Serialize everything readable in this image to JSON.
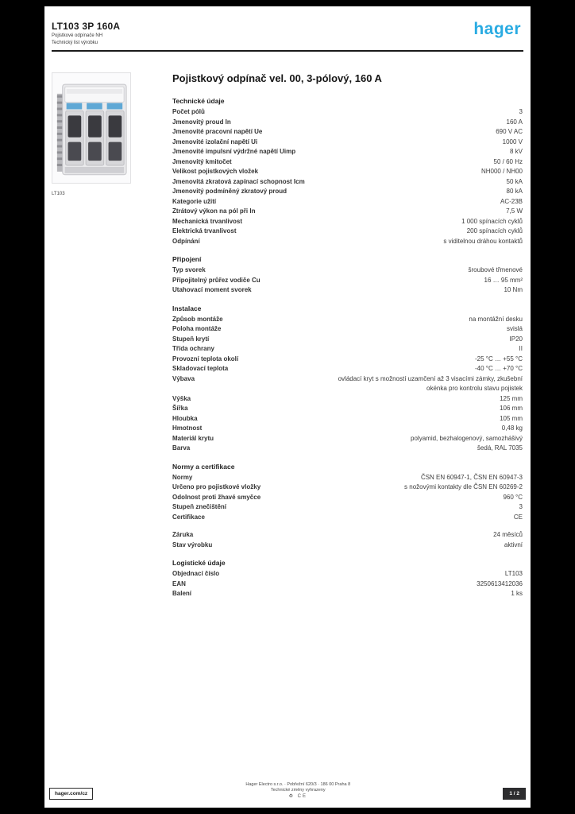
{
  "brand": {
    "logo": "hager",
    "logo_color": "#29abe2"
  },
  "header": {
    "title": "LT103 3P 160A",
    "line2": "Pojistkové odpínače NH",
    "line3": "Technický list výrobku"
  },
  "product": {
    "caption": "LT103"
  },
  "content": {
    "title": "Pojistkový odpínač vel. 00, 3-pólový, 160 A"
  },
  "sections": [
    {
      "heading": "Technické údaje",
      "rows": [
        {
          "label": "Počet pólů",
          "value": "3"
        },
        {
          "label": "Jmenovitý proud In",
          "value": "160 A"
        },
        {
          "label": "Jmenovité pracovní napětí Ue",
          "value": "690 V AC"
        },
        {
          "label": "Jmenovité izolační napětí Ui",
          "value": "1000 V"
        },
        {
          "label": "Jmenovité impulsní výdržné napětí Uimp",
          "value": "8 kV"
        },
        {
          "label": "Jmenovitý kmitočet",
          "value": "50 / 60 Hz"
        },
        {
          "label": "Velikost pojistkových vložek",
          "value": "NH000 / NH00"
        },
        {
          "label": "Jmenovitá zkratová zapínací schopnost Icm",
          "value": "50 kA"
        },
        {
          "label": "Jmenovitý podmíněný zkratový proud",
          "value": "80 kA"
        },
        {
          "label": "Kategorie užití",
          "value": "AC-23B"
        },
        {
          "label": "Ztrátový výkon na pól při In",
          "value": "7,5 W"
        },
        {
          "label": "Mechanická trvanlivost",
          "value": "1 000 spínacích cyklů"
        },
        {
          "label": "Elektrická trvanlivost",
          "value": "200 spínacích cyklů"
        },
        {
          "label": "Odpínání",
          "value": "s viditelnou dráhou kontaktů"
        }
      ]
    },
    {
      "heading": "Připojení",
      "rows": [
        {
          "label": "Typ svorek",
          "value": "šroubové třmenové"
        },
        {
          "label": "Připojitelný průřez vodiče Cu",
          "value": "16 … 95 mm²"
        },
        {
          "label": "Utahovací moment svorek",
          "value": "10 Nm"
        }
      ]
    },
    {
      "heading": "Instalace",
      "rows": [
        {
          "label": "Způsob montáže",
          "value": "na montážní desku"
        },
        {
          "label": "Poloha montáže",
          "value": "svislá"
        },
        {
          "label": "Stupeň krytí",
          "value": "IP20"
        },
        {
          "label": "Třída ochrany",
          "value": "II"
        },
        {
          "label": "Provozní teplota okolí",
          "value": "-25 °C … +55 °C"
        },
        {
          "label": "Skladovací teplota",
          "value": "-40 °C … +70 °C"
        },
        {
          "label": "Výbava",
          "value": "ovládací kryt s možností uzamčení až 3 visacími zámky, zkušební okénka pro kontrolu stavu pojistek"
        },
        {
          "label": "Výška",
          "value": "125 mm"
        },
        {
          "label": "Šířka",
          "value": "106 mm"
        },
        {
          "label": "Hloubka",
          "value": "105 mm"
        },
        {
          "label": "Hmotnost",
          "value": "0,48 kg"
        },
        {
          "label": "Materiál krytu",
          "value": "polyamid, bezhalogenový, samozhášivý"
        },
        {
          "label": "Barva",
          "value": "šedá, RAL 7035"
        }
      ]
    },
    {
      "heading": "Normy a certifikace",
      "rows": [
        {
          "label": "Normy",
          "value": "ČSN EN 60947-1, ČSN EN 60947-3"
        },
        {
          "label": "Určeno pro pojistkové vložky",
          "value": "s nožovými kontakty dle ČSN EN 60269-2"
        },
        {
          "label": "Odolnost proti žhavé smyčce",
          "value": "960 °C"
        },
        {
          "label": "Stupeň znečištění",
          "value": "3"
        },
        {
          "label": "Certifikace",
          "value": "CE"
        }
      ]
    },
    {
      "heading": "",
      "rows": [
        {
          "label": "Záruka",
          "value": "24 měsíců"
        },
        {
          "label": "Stav výrobku",
          "value": "aktivní"
        }
      ]
    },
    {
      "heading": "Logistické údaje",
      "rows": [
        {
          "label": "Objednací číslo",
          "value": "LT103"
        },
        {
          "label": "EAN",
          "value": "3250613412036"
        },
        {
          "label": "Balení",
          "value": "1 ks"
        }
      ]
    }
  ],
  "footer": {
    "site": "hager.com/cz",
    "address": "Hager Electro s.r.o. · Pobřežní 620/3 · 186 00 Praha 8",
    "note": "Technické změny vyhrazeny",
    "marks": "♻  CE",
    "page": "1 / 2"
  }
}
